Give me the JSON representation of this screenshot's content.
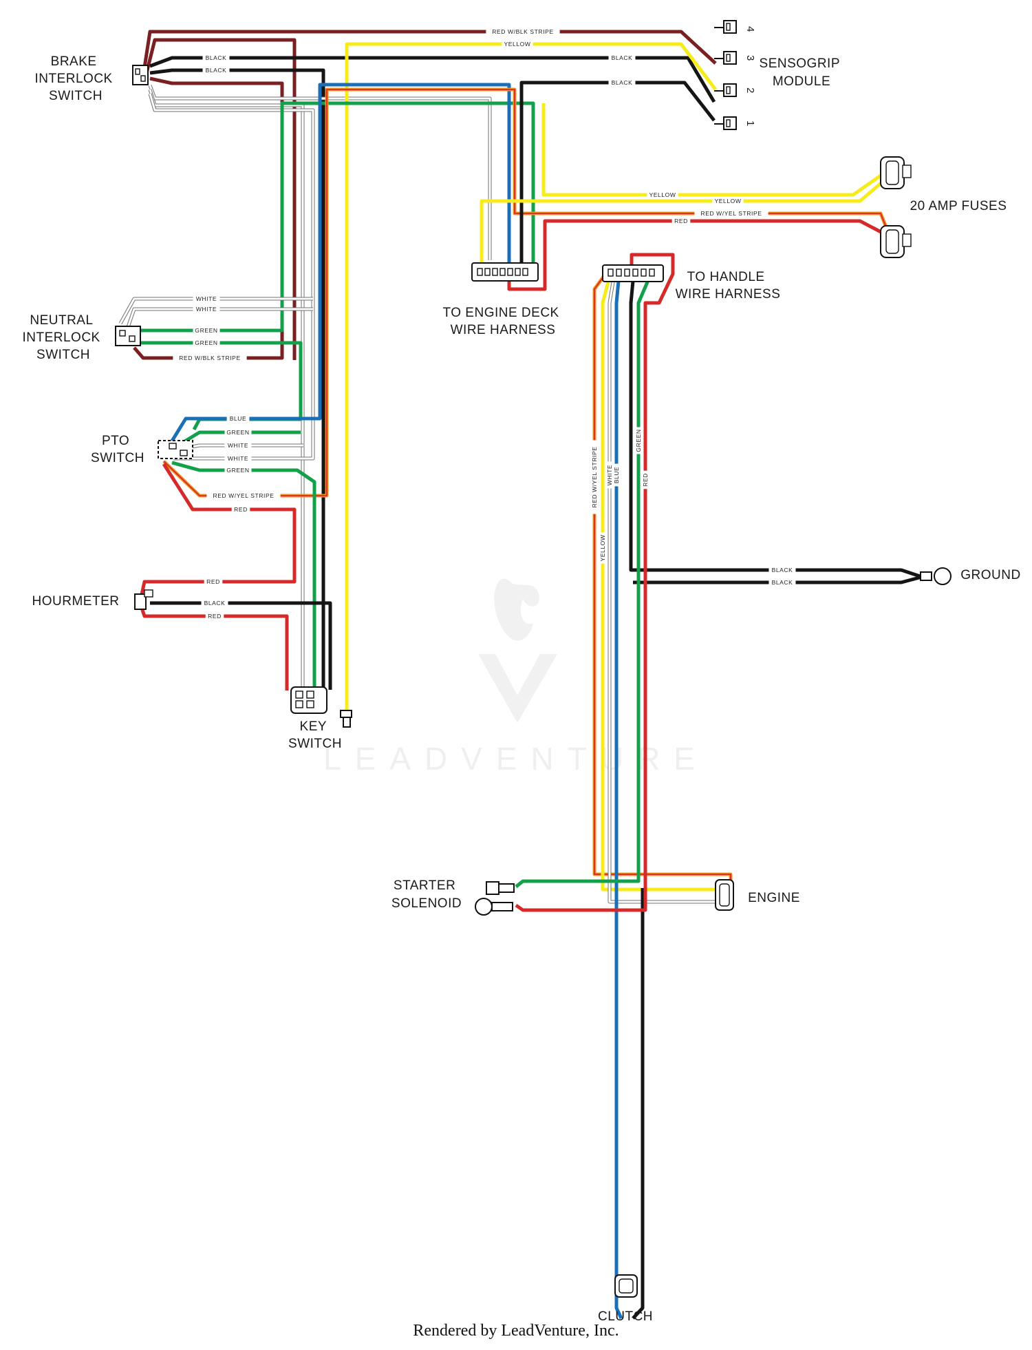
{
  "colors": {
    "red": "#d62a2a",
    "darkred": "#7a1f22",
    "black": "#151515",
    "yellow": "#f5ec1a",
    "green": "#13a04a",
    "blue": "#1a6fb8",
    "white": "#b4b4b4",
    "orange": "#ef8f1c"
  },
  "components": {
    "brake_interlock": [
      "BRAKE",
      "INTERLOCK",
      "SWITCH"
    ],
    "neutral_interlock": [
      "NEUTRAL",
      "INTERLOCK",
      "SWITCH"
    ],
    "pto_switch": [
      "PTO",
      "SWITCH"
    ],
    "hourmeter": [
      "HOURMETER"
    ],
    "key_switch": [
      "KEY",
      "SWITCH"
    ],
    "sensogrip": [
      "SENSOGRIP",
      "MODULE"
    ],
    "fuses": [
      "20 AMP FUSES"
    ],
    "engine_deck": [
      "TO ENGINE DECK",
      "WIRE HARNESS"
    ],
    "handle_harness": [
      "TO HANDLE",
      "WIRE HARNESS"
    ],
    "ground": [
      "GROUND"
    ],
    "starter": [
      "STARTER",
      "SOLENOID"
    ],
    "engine": [
      "ENGINE"
    ],
    "clutch": [
      "CLUTCH"
    ]
  },
  "sensogrip_pins": [
    "4",
    "3",
    "2",
    "1"
  ],
  "wire_labels": {
    "red_blk_stripe": "RED W/BLK STRIPE",
    "yellow": "YELLOW",
    "black": "BLACK",
    "green": "GREEN",
    "white": "WHITE",
    "blue": "BLUE",
    "red": "RED",
    "red_yel_stripe": "RED W/YEL STRIPE"
  },
  "watermark": "LEADVENTURE",
  "footer": "Rendered by LeadVenture, Inc."
}
